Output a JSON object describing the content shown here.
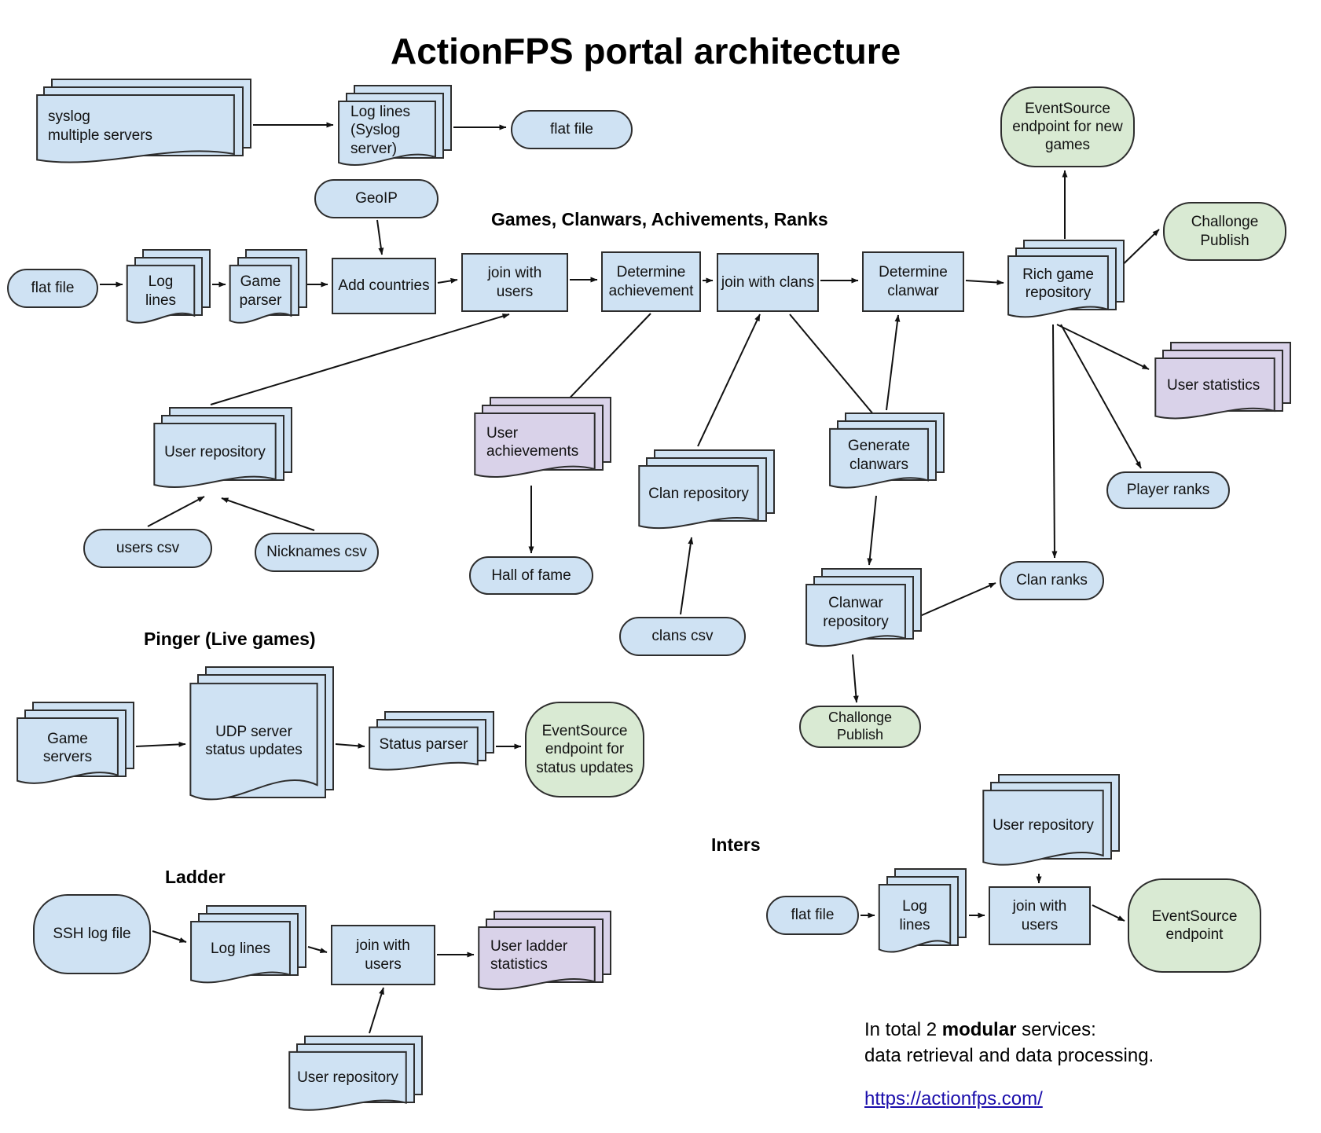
{
  "title": "ActionFPS portal architecture",
  "headings": {
    "games": "Games, Clanwars, Achivements, Ranks",
    "pinger": "Pinger (Live games)",
    "ladder": "Ladder",
    "inters": "Inters"
  },
  "nodes": {
    "syslog_servers": "syslog\nmultiple servers",
    "log_lines_syslog": "Log lines\n(Syslog\nserver)",
    "flat_file_top": "flat file",
    "geoip": "GeoIP",
    "flat_file_main": "flat file",
    "log_lines_main": "Log\nlines",
    "game_parser": "Game\nparser",
    "add_countries": "Add countries",
    "join_with_users_main": "join with\nusers",
    "determine_achievement": "Determine\nachievement",
    "join_with_clans": "join with clans",
    "determine_clanwar": "Determine\nclanwar",
    "rich_game_repository": "Rich game\nrepository",
    "eventsource_new_games": "EventSource\nendpoint for new\ngames",
    "challonge_publish_right": "Challonge\nPublish",
    "user_statistics": "User statistics",
    "player_ranks": "Player ranks",
    "clan_ranks": "Clan ranks",
    "user_repository_mid": "User repository",
    "users_csv": "users csv",
    "nicknames_csv": "Nicknames csv",
    "user_achievements": "User\nachievements",
    "hall_of_fame": "Hall of fame",
    "clan_repository": "Clan repository",
    "clans_csv": "clans csv",
    "generate_clanwars": "Generate\nclanwars",
    "clanwar_repository": "Clanwar\nrepository",
    "challonge_publish_bottom": "Challonge\nPublish",
    "game_servers": "Game\nservers",
    "udp_server_status": "UDP server\nstatus updates",
    "status_parser": "Status parser",
    "eventsource_status": "EventSource\nendpoint for\nstatus updates",
    "ssh_log_file": "SSH log file",
    "log_lines_ladder": "Log lines",
    "join_with_users_ladder": "join with\nusers",
    "user_ladder_statistics": "User ladder\nstatistics",
    "user_repository_ladder": "User repository",
    "user_repository_inters": "User repository",
    "flat_file_inters": "flat file",
    "log_lines_inters": "Log\nlines",
    "join_with_users_inters": "join with\nusers",
    "eventsource_inters": "EventSource\nendpoint"
  },
  "footer": {
    "line1_prefix": "In total 2 ",
    "line1_bold": "modular",
    "line1_suffix": " services:",
    "line2": "data retrieval and data processing.",
    "link": "https://actionfps.com/"
  },
  "colors": {
    "node_blue": "#cfe2f3",
    "node_green": "#d9ead3",
    "node_purple": "#d9d2e9",
    "outline": "#2d2d2d",
    "arrow": "#111111",
    "link": "#1a0dab"
  }
}
